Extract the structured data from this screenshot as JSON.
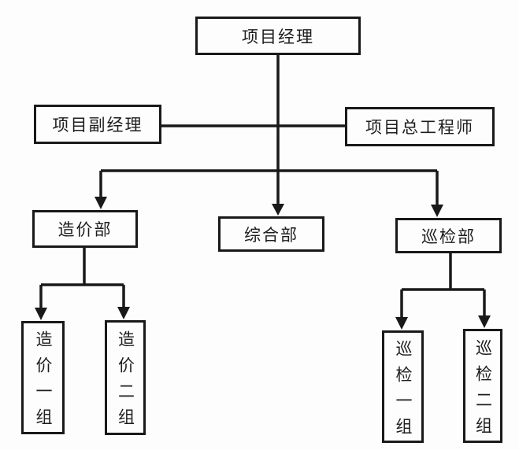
{
  "diagram": {
    "type": "org-chart",
    "nodes": {
      "project_manager": {
        "label": "项目经理"
      },
      "deputy_project_manager": {
        "label": "项目副经理"
      },
      "chief_engineer": {
        "label": "项目总工程师"
      },
      "cost_department": {
        "label": "造价部"
      },
      "general_department": {
        "label": "综合部"
      },
      "inspection_department": {
        "label": "巡检部"
      },
      "cost_group_1": {
        "label": "造价一组"
      },
      "cost_group_2": {
        "label": "造价二组"
      },
      "inspection_group_1": {
        "label": "巡检一组"
      },
      "inspection_group_2": {
        "label": "巡检二组"
      }
    },
    "hierarchy": {
      "root": "项目经理",
      "staff": [
        "项目副经理",
        "项目总工程师"
      ],
      "departments": [
        {
          "label": "造价部",
          "groups": [
            "造价一组",
            "造价二组"
          ]
        },
        {
          "label": "综合部",
          "groups": []
        },
        {
          "label": "巡检部",
          "groups": [
            "巡检一组",
            "巡检二组"
          ]
        }
      ]
    },
    "colors": {
      "line": "#191919",
      "border": "#191919",
      "text": "#1d1d1d",
      "background": "#fdfdfd"
    }
  }
}
